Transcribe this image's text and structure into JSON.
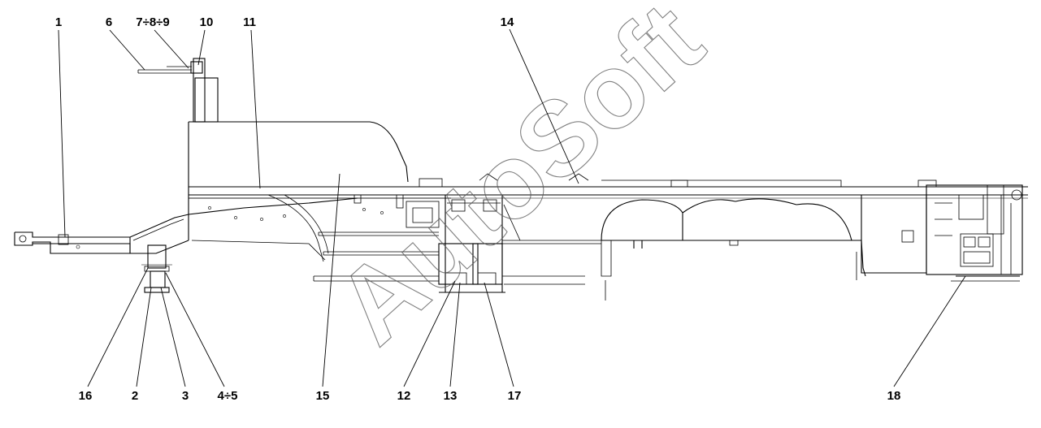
{
  "drawing": {
    "watermark": "AutoSoft",
    "callouts": [
      {
        "id": "c1",
        "text": "1"
      },
      {
        "id": "c6",
        "text": "6"
      },
      {
        "id": "c789",
        "text": "7÷8÷9"
      },
      {
        "id": "c10",
        "text": "10"
      },
      {
        "id": "c11",
        "text": "11"
      },
      {
        "id": "c14",
        "text": "14"
      },
      {
        "id": "c16",
        "text": "16"
      },
      {
        "id": "c2",
        "text": "2"
      },
      {
        "id": "c3",
        "text": "3"
      },
      {
        "id": "c45",
        "text": "4÷5"
      },
      {
        "id": "c15",
        "text": "15"
      },
      {
        "id": "c12",
        "text": "12"
      },
      {
        "id": "c13",
        "text": "13"
      },
      {
        "id": "c17",
        "text": "17"
      },
      {
        "id": "c18",
        "text": "18"
      }
    ]
  }
}
